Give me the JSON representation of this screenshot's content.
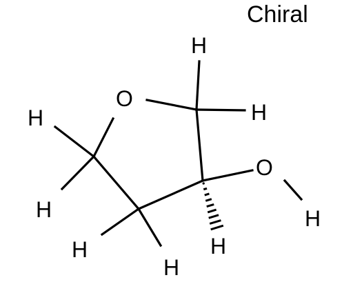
{
  "chiral_flag": "Chiral",
  "atoms": {
    "ring_oxygen": "O",
    "hydroxyl_oxygen": "O",
    "hydroxyl_hydrogen": "H",
    "c5_h_top": "H",
    "c5_h_right": "H",
    "c2_h_upper": "H",
    "c2_h_lower": "H",
    "c4_h_left": "H",
    "c4_h_bottom": "H",
    "c3_h": "H"
  }
}
